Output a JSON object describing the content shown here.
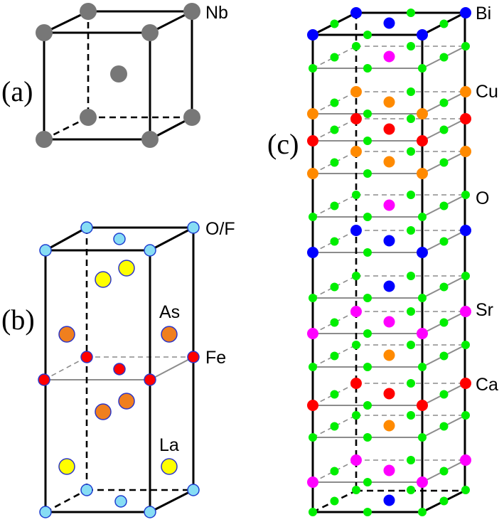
{
  "colors": {
    "Nb": "#777777",
    "O_F": "#87ddf4",
    "O_F_stroke": "#1f3fd0",
    "As": "#ffff00",
    "As_stroke": "#2b35c8",
    "Fe": "#ff0000",
    "Fe_stroke": "#2b35c8",
    "La": "#f07f1e",
    "La_stroke": "#2b35c8",
    "Bi": "#0000ff",
    "Cu": "#ff00ff",
    "Ca": "#ff0000",
    "Sr": "#ff8a00",
    "O": "#00ee00"
  },
  "panels": {
    "a": {
      "label": "(a)",
      "atom_labels": {
        "nb": "Nb"
      }
    },
    "b": {
      "label": "(b)",
      "atom_labels": {
        "of": "O/F",
        "as": "As",
        "fe": "Fe",
        "la": "La"
      }
    },
    "c": {
      "label": "(c)",
      "atom_labels": {
        "bi": "Bi",
        "cu": "Cu",
        "o": "O",
        "sr": "Sr",
        "ca": "Ca"
      }
    }
  }
}
